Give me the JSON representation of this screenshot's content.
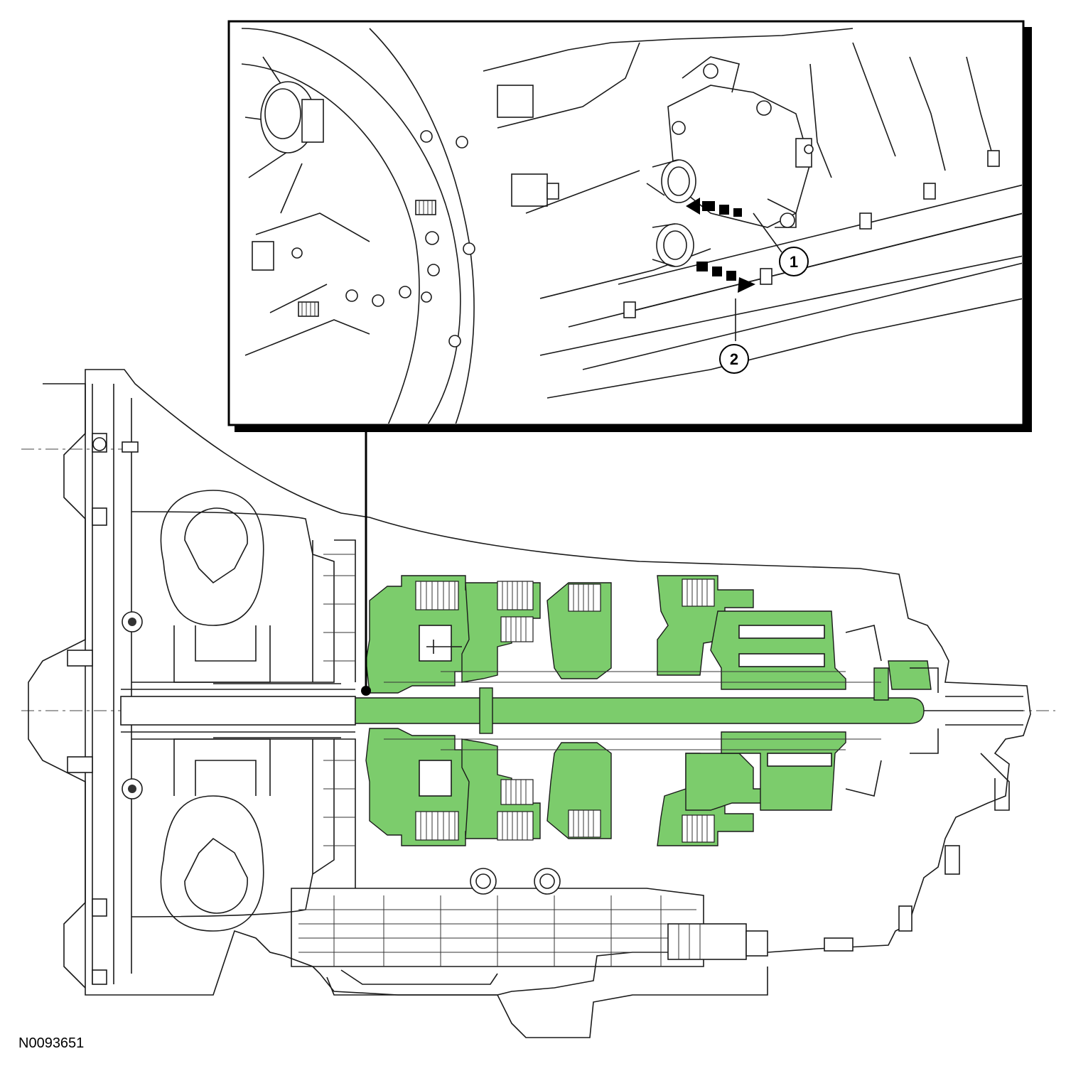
{
  "figure": {
    "reference_code": "N0093651"
  },
  "callouts": [
    {
      "id": "1",
      "label": "1"
    },
    {
      "id": "2",
      "label": "2"
    }
  ],
  "colors": {
    "highlight": "#7ccc6c",
    "highlight_dark": "#4fae44",
    "line": "#1a1a1a",
    "background": "#ffffff"
  },
  "icons": {
    "arrow_in": "dashed-arrow-left-icon",
    "arrow_out": "dashed-arrow-right-icon"
  }
}
